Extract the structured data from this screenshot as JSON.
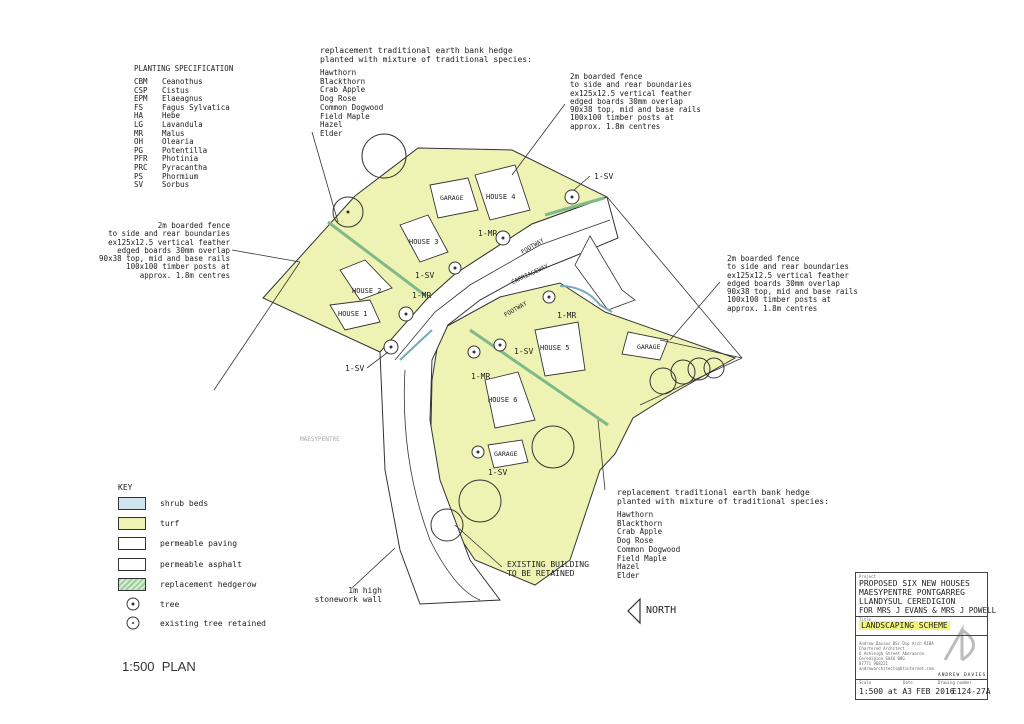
{
  "planting_spec": {
    "title": "PLANTING SPECIFICATION",
    "items": [
      {
        "code": "CBM",
        "name": "Ceanothus"
      },
      {
        "code": "CSP",
        "name": "Cistus"
      },
      {
        "code": "EPM",
        "name": "Elaeagnus"
      },
      {
        "code": "FS",
        "name": "Fagus Sylvatica"
      },
      {
        "code": "HA",
        "name": "Hebe"
      },
      {
        "code": "LG",
        "name": "Lavandula"
      },
      {
        "code": "MR",
        "name": "Malus"
      },
      {
        "code": "OH",
        "name": "Olearia"
      },
      {
        "code": "PG",
        "name": "Potentilla"
      },
      {
        "code": "PFR",
        "name": "Photinia"
      },
      {
        "code": "PRC",
        "name": "Pyracantha"
      },
      {
        "code": "PS",
        "name": "Phormium"
      },
      {
        "code": "SV",
        "name": "Sorbus"
      }
    ]
  },
  "notes": {
    "hedge_top_1": "replacement traditional earth bank hedge",
    "hedge_top_2": "planted with mixture of traditional species:",
    "species": [
      "Hawthorn",
      "Blackthorn",
      "Crab Apple",
      "Dog Rose",
      "Common Dogwood",
      "Field Maple",
      "Hazel",
      "Elder"
    ],
    "fence_lines": [
      "2m boarded fence",
      "to side and rear boundaries",
      "ex125x12.5 vertical feather",
      "edged boards 30mm overlap",
      "90x38 top, mid and base rails",
      "100x100 timber posts at",
      "approx. 1.8m centres"
    ],
    "hedge_bottom_1": "replacement traditional earth bank hedge",
    "hedge_bottom_2": "planted with mixture of traditional species:",
    "existing_building_1": "EXISTING BUILDING",
    "existing_building_2": "TO BE RETAINED",
    "stone_wall_1": "1m high",
    "stone_wall_2": "stonework wall",
    "north": "NORTH",
    "maesypentre": "MAESYPENTRE"
  },
  "plan_labels": {
    "house1": "HOUSE 1",
    "house2": "HOUSE 2",
    "house3": "HOUSE 3",
    "house4": "HOUSE 4",
    "house5": "HOUSE 5",
    "house6": "HOUSE 6",
    "garage": "GARAGE",
    "footway": "FOOTWAY",
    "carriageway": "CARRIAGEWAY",
    "tree_sv": "1-SV",
    "tree_mr": "1-MR"
  },
  "key": {
    "title": "KEY",
    "items": [
      {
        "label": "shrub beds",
        "color": "#cfe6ef"
      },
      {
        "label": "turf",
        "color": "#eef3b4"
      },
      {
        "label": "permeable paving",
        "color": "#ffffff"
      },
      {
        "label": "permeable asphalt",
        "color": "#ffffff"
      },
      {
        "label": "replacement hedgerow",
        "color": "#9ccf9a"
      },
      {
        "label": "tree",
        "icon": "tree-icon"
      },
      {
        "label": "existing tree retained",
        "icon": "existing-tree-icon"
      }
    ]
  },
  "scale_label": "1:500  PLAN",
  "title_block": {
    "project_label": "Project",
    "project_1": "PROPOSED SIX NEW HOUSES",
    "project_2": "MAESYPENTRE PONTGARREG",
    "project_3": "LLANDYSUL CEREDIGION",
    "client": "FOR MRS J EVANS & MRS J POWELL",
    "title_label": "Title",
    "title": "LANDSCAPING SCHEME",
    "address": "Andrew Davies BSc Dip Arch RIBA\nChartered Architect\n6 Ashleigh Street Aberaeron\nCeredigion SA46 0BG\n07771 968221\nandrewarchitects@btinternet.com",
    "firm": "ANDREW DAVIES",
    "scale_label": "Scale",
    "date_label": "Date",
    "drawing_label": "Drawing number",
    "scale": "1:500 at A3",
    "date": "FEB 2016",
    "drawing": "E124-27A"
  }
}
